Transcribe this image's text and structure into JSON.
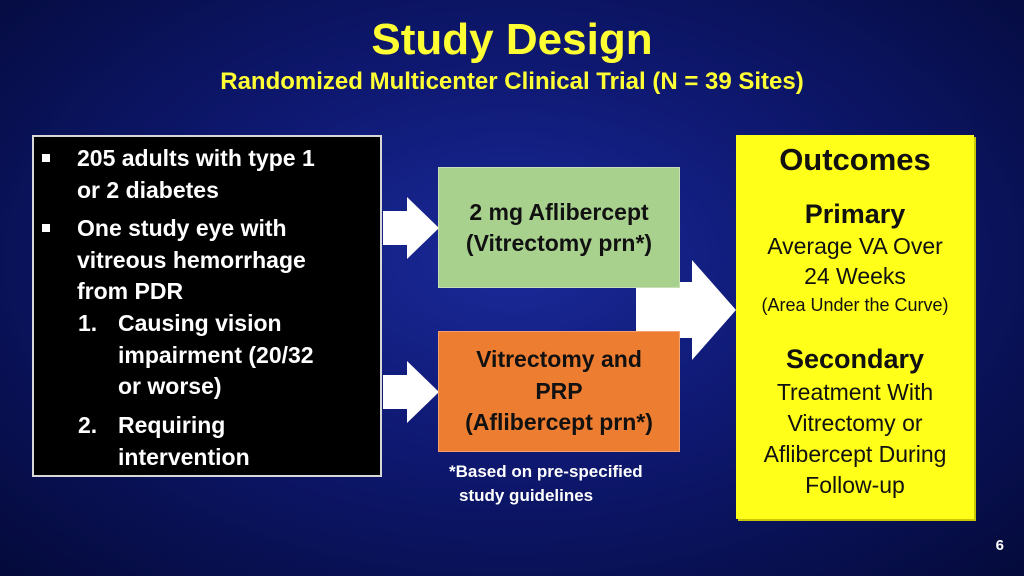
{
  "slide": {
    "title": "Study Design",
    "subtitle": "Randomized Multicenter Clinical Trial (N = 39 Sites)",
    "page_number": "6"
  },
  "criteria": {
    "bullet1": [
      "205 adults with type 1",
      "or 2 diabetes"
    ],
    "bullet2": [
      "One study eye with",
      "vitreous hemorrhage",
      "from PDR"
    ],
    "item1_num": "1.",
    "item1": [
      "Causing vision",
      "impairment (20/32",
      "or worse)"
    ],
    "item2_num": "2.",
    "item2": [
      "Requiring",
      "intervention"
    ]
  },
  "arms": {
    "arm1": [
      "2 mg Aflibercept",
      "(Vitrectomy prn*)"
    ],
    "arm2": [
      "Vitrectomy and",
      "PRP",
      "(Aflibercept prn*)"
    ],
    "footnote": [
      "*Based on pre-specified",
      "study guidelines"
    ]
  },
  "outcomes": {
    "heading": "Outcomes",
    "primary_label": "Primary",
    "primary_lines": [
      "Average VA Over",
      "24 Weeks"
    ],
    "primary_note": "(Area Under the Curve)",
    "secondary_label": "Secondary",
    "secondary_lines": [
      "Treatment With",
      "Vitrectomy or",
      "Aflibercept During",
      "Follow-up"
    ]
  },
  "colors": {
    "title": "#ffff33",
    "arm1_fill": "#a9d18e",
    "arm2_fill": "#ed7d31",
    "outcomes_fill": "#ffff1a",
    "arrow_fill": "#ffffff"
  }
}
